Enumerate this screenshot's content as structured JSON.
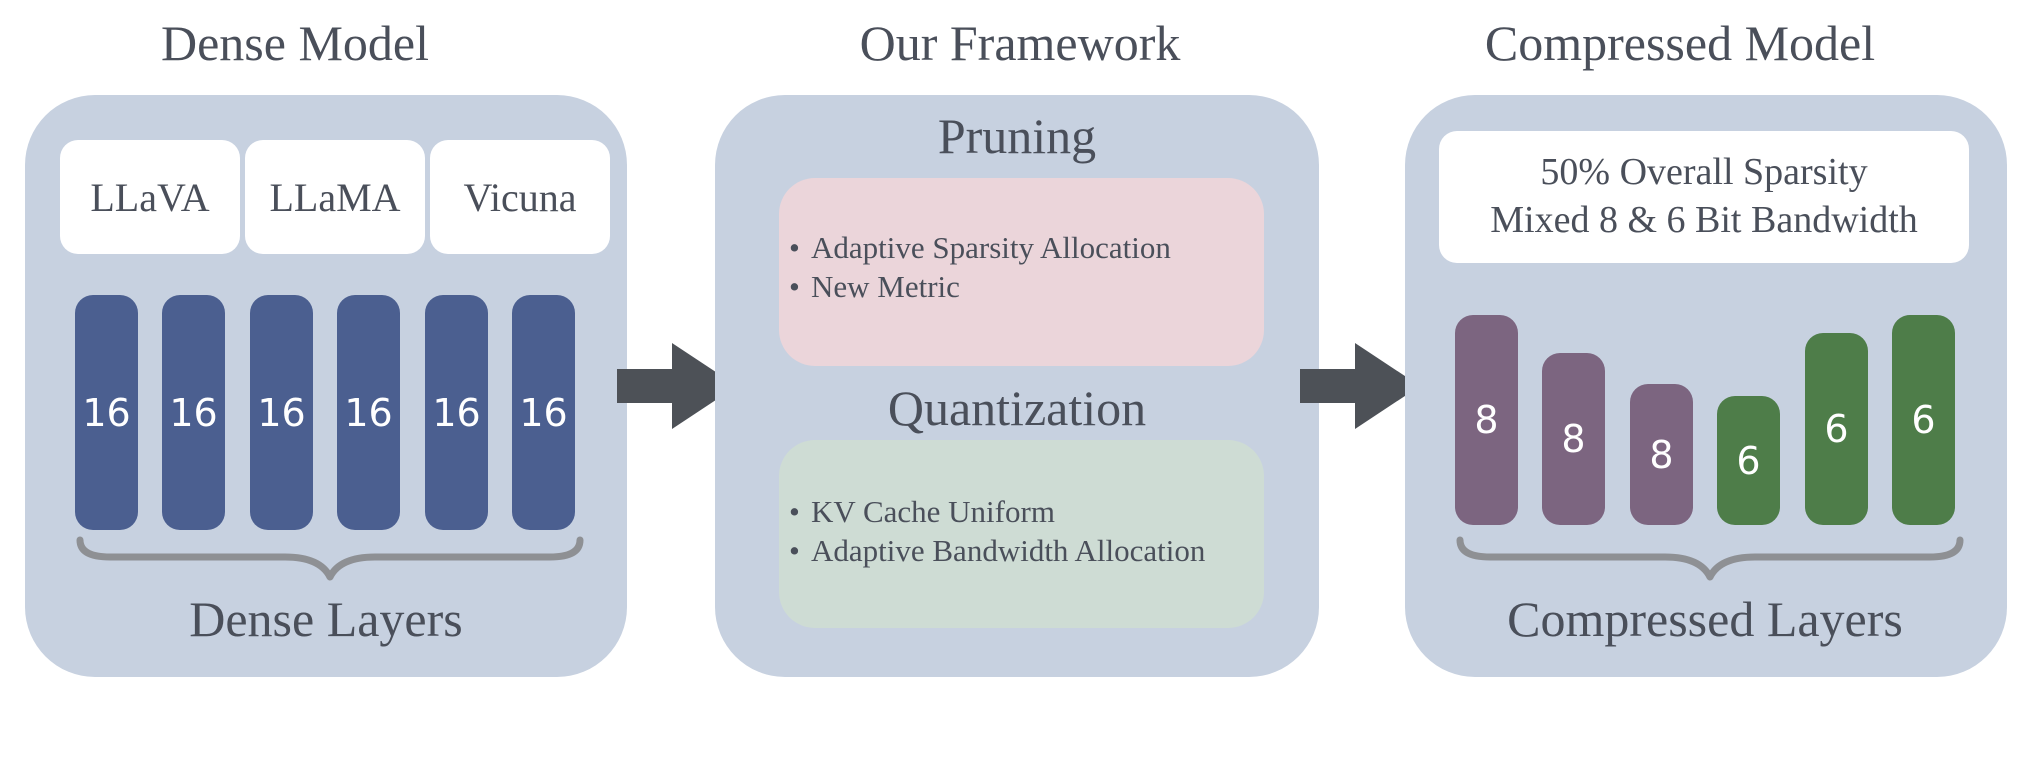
{
  "headings": {
    "dense": "Dense Model",
    "framework": "Our Framework",
    "compressed": "Compressed Model"
  },
  "dense_panel": {
    "models": [
      "LLaVA",
      "LLaMA",
      "Vicuna"
    ],
    "layer_bits": [
      "16",
      "16",
      "16",
      "16",
      "16",
      "16"
    ],
    "caption": "Dense Layers"
  },
  "framework_panel": {
    "pruning": {
      "title": "Pruning",
      "items": [
        "Adaptive Sparsity Allocation",
        "New Metric"
      ]
    },
    "quantization": {
      "title": "Quantization",
      "items": [
        "KV Cache Uniform",
        "Adaptive Bandwidth Allocation"
      ]
    },
    "bullet": "•"
  },
  "compressed_panel": {
    "summary_line1": "50% Overall Sparsity",
    "summary_line2": "Mixed 8 & 6 Bit Bandwidth",
    "layer_bits": [
      "8",
      "8",
      "8",
      "6",
      "6",
      "6"
    ],
    "caption": "Compressed Layers"
  },
  "colors": {
    "panel": "#c7d1e0",
    "dense_layer": "#4b5f90",
    "bit8_layer": "#7c6580",
    "bit6_layer": "#4e7d49",
    "pruning_box": "#ebd5da",
    "quantization_box": "#cedcd4",
    "arrow": "#4d5157",
    "brace": "#8e9094"
  }
}
